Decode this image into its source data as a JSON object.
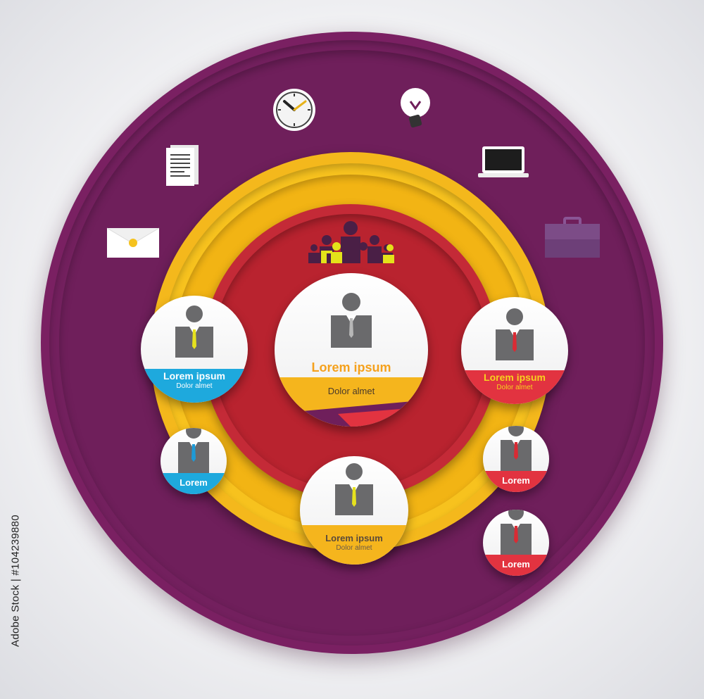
{
  "diagram": {
    "center": {
      "title": "Lorem ipsum",
      "subtitle": "Dolor almet"
    },
    "left_large": {
      "title": "Lorem ipsum",
      "subtitle": "Dolor almet"
    },
    "right_large": {
      "title": "Lorem ipsum",
      "subtitle": "Dolor almet"
    },
    "bottom": {
      "title": "Lorem ipsum",
      "subtitle": "Dolor almet"
    },
    "left_small": {
      "title": "Lorem"
    },
    "right_small_1": {
      "title": "Lorem"
    },
    "right_small_2": {
      "title": "Lorem"
    },
    "icons": [
      "clock-icon",
      "light-bulb-icon",
      "documents-icon",
      "laptop-icon",
      "envelope-icon",
      "briefcase-icon",
      "team-icon"
    ]
  },
  "colors": {
    "purple": "#7a2062",
    "yellow": "#f5b51d",
    "red": "#c42a37",
    "blue": "#1ea9dd",
    "person": "#6a6a6c"
  },
  "stock_id": "Adobe Stock | #104239880"
}
